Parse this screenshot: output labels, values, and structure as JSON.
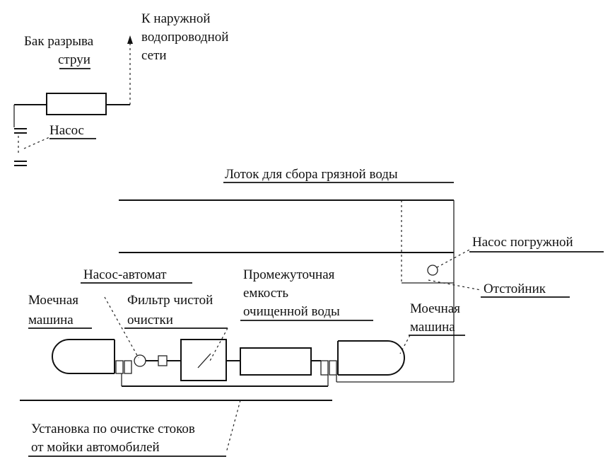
{
  "labels": {
    "tank_line1": "Бак разрыва",
    "tank_line2": "струи",
    "network_line1": "К наружной",
    "network_line2": "водопроводной",
    "network_line3": "сети",
    "pump": "Насос",
    "tray": "Лоток для сбора грязной воды",
    "submersible_pump": "Насос погружной",
    "settler": "Отстойник",
    "auto_pump": "Насос-автомат",
    "intermediate_line1": "Промежуточная",
    "intermediate_line2": "емкость",
    "intermediate_line3": "очищенной воды",
    "washer_left_line1": "Моечная",
    "washer_left_line2": "машина",
    "filter_line1": "Фильтр чистой",
    "filter_line2": "очистки",
    "washer_right_line1": "Моечная",
    "washer_right_line2": "машина",
    "install_line1": "Установка по очистке стоков",
    "install_line2": "от мойки автомобилей"
  }
}
